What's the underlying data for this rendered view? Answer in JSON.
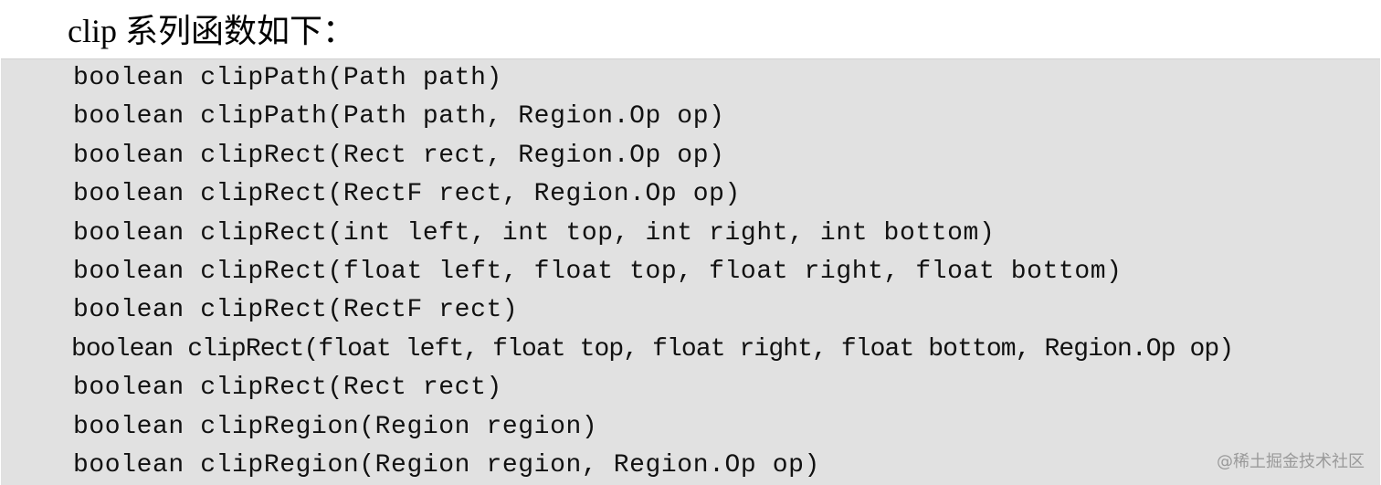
{
  "heading": "clip 系列函数如下：",
  "code_lines": [
    "boolean clipPath(Path path)",
    "boolean clipPath(Path path, Region.Op op)",
    "boolean clipRect(Rect rect, Region.Op op)",
    "boolean clipRect(RectF rect, Region.Op op)",
    "boolean clipRect(int left, int top, int right, int bottom)",
    "boolean clipRect(float left, float top, float right, float bottom)",
    "boolean clipRect(RectF rect)",
    "boolean clipRect(float left, float top, float right, float bottom, Region.Op op)",
    "boolean clipRect(Rect rect)",
    "boolean clipRegion(Region region)",
    "boolean clipRegion(Region region, Region.Op op)"
  ],
  "watermark": "@稀土掘金技术社区"
}
